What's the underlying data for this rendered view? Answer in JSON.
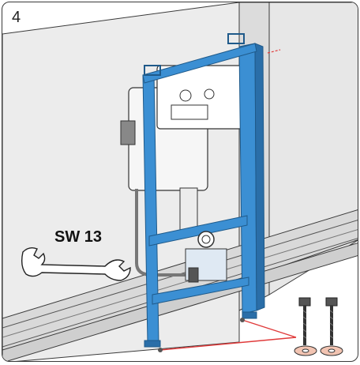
{
  "step": {
    "number": "4"
  },
  "tool": {
    "label": "SW 13",
    "icon": "wrench-icon"
  },
  "colors": {
    "frame_blue": "#3b8fd3",
    "frame_blue_dark": "#2a6ea8",
    "wall_gray": "#e3e3e3",
    "outline": "#333333",
    "pointer_red": "#e03a3a",
    "washer": "#f2c4b2"
  },
  "parts": {
    "screws": 2,
    "washers": 2
  }
}
